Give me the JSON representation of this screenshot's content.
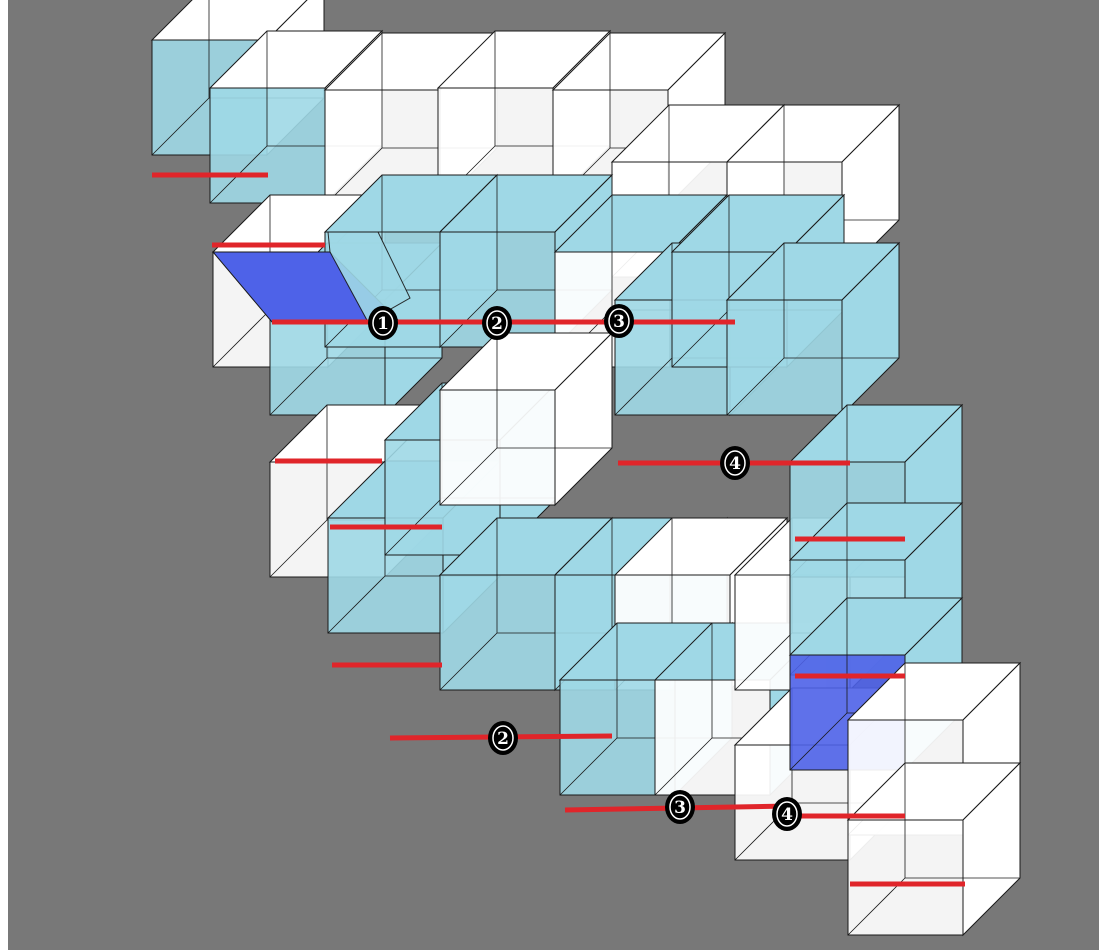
{
  "colors": {
    "background": "#787878",
    "frame": "#ffffff",
    "cube_face": "#ffffff",
    "tube_face": "#9fd8e6",
    "highlight_face": "#4e62e8",
    "edge": "#1a1a1a",
    "red_edge": "#e0252a",
    "marker_fill": "#000000",
    "marker_ring": "#ffffff",
    "marker_text": "#ffffff"
  },
  "markers": [
    {
      "id": "m-top-1",
      "label": "1"
    },
    {
      "id": "m-top-2",
      "label": "2"
    },
    {
      "id": "m-top-3",
      "label": "3"
    },
    {
      "id": "m-top-4",
      "label": "4"
    },
    {
      "id": "m-bottom-2",
      "label": "2"
    },
    {
      "id": "m-bottom-3",
      "label": "3"
    },
    {
      "id": "m-bottom-4",
      "label": "4"
    }
  ]
}
